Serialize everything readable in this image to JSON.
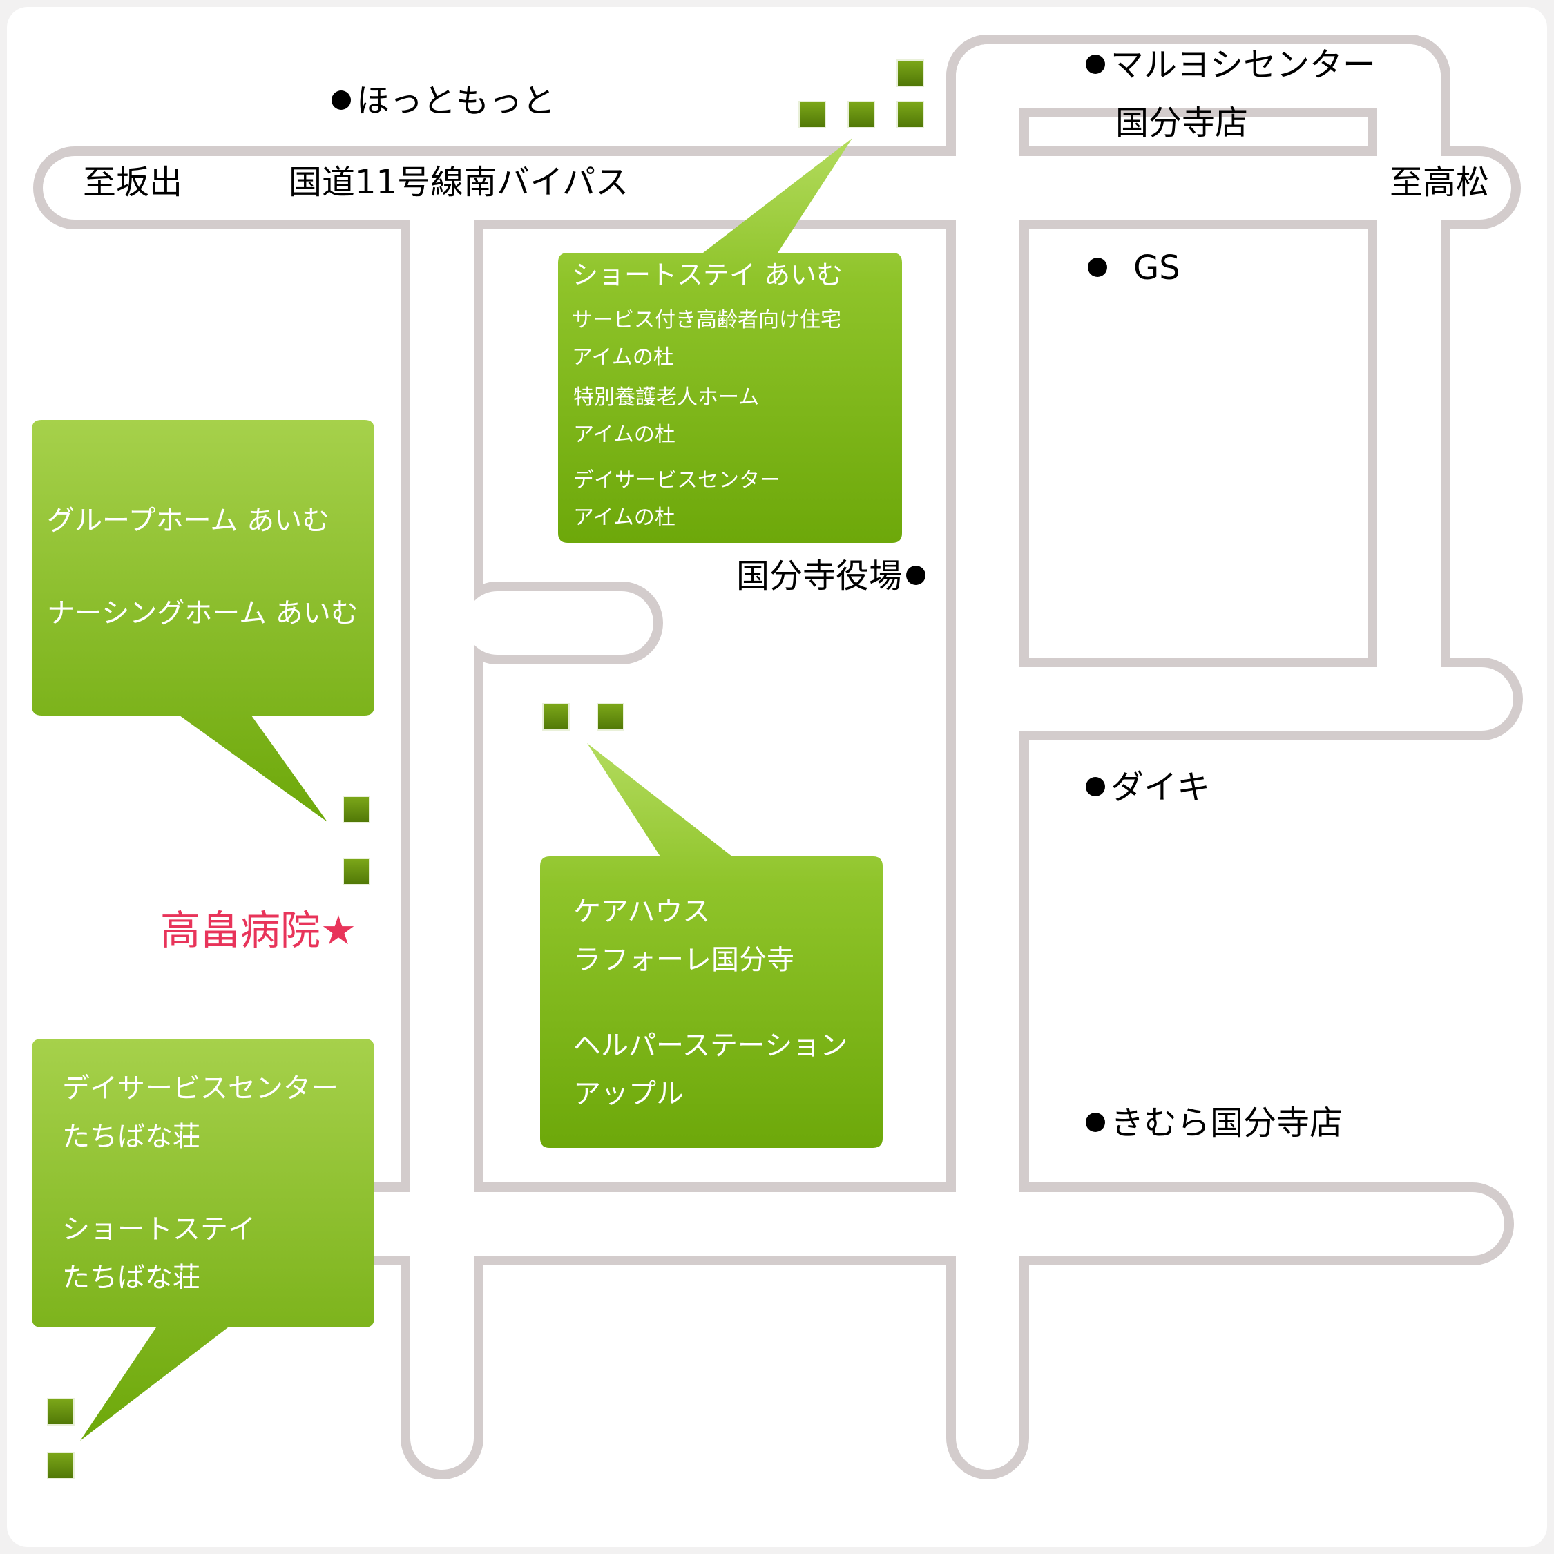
{
  "road_labels": {
    "west": "至坂出",
    "route": "国道11号線南バイパス",
    "east": "至高松"
  },
  "landmarks": {
    "hottomotto": "ほっともっと",
    "maruyoshi_line1": "マルヨシセンター",
    "maruyoshi_line2": "国分寺店",
    "gs": "GS",
    "kokubunji_office": "国分寺役場",
    "daiki": "ダイキ",
    "kimura": "きむら国分寺店"
  },
  "hospital": {
    "name": "高畠病院",
    "symbol": "★",
    "color": "#e8345a"
  },
  "facility_groups": {
    "north": {
      "title": "ショートステイ あいむ",
      "lines": [
        "サービス付き高齢者向け住宅",
        "アイムの杜",
        "特別養護老人ホーム",
        "アイムの杜",
        "デイサービスセンター",
        "アイムの杜"
      ]
    },
    "west": {
      "lines": [
        "グループホーム あいむ",
        "ナーシングホーム あいむ"
      ]
    },
    "southwest": {
      "lines": [
        "デイサービスセンター",
        "たちばな荘",
        "ショートステイ",
        "たちばな荘"
      ]
    },
    "center": {
      "lines": [
        "ケアハウス",
        "ラフォーレ国分寺",
        "ヘルパーステーション",
        "アップル"
      ]
    }
  },
  "colors": {
    "road_outline": "#d3cccc",
    "road_fill": "#ffffff",
    "background": "#f2f1f1",
    "bubble_top": "#a6d14b",
    "bubble_bottom": "#6da80a",
    "marker": "#5e8a0c",
    "text_on_green": "#ffffff"
  },
  "icons": {
    "landmark": "black-dot-icon",
    "facility": "green-square-icon",
    "hospital": "star-icon"
  }
}
